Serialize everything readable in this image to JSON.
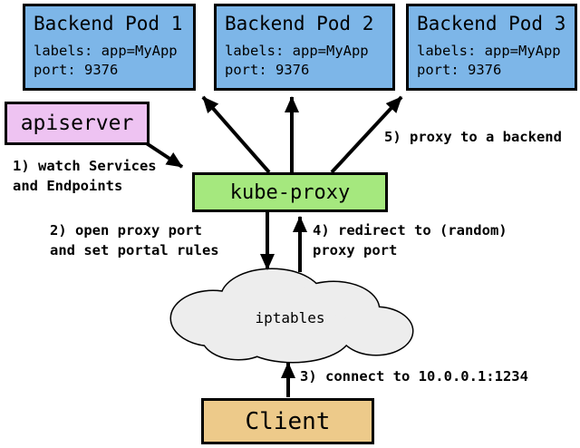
{
  "colors": {
    "pod_fill": "#7db6e8",
    "apiserver_fill": "#eec3f2",
    "kube_proxy_fill": "#a5e87e",
    "iptables_fill": "#ededed",
    "client_fill": "#edca8a",
    "outline": "#000000"
  },
  "pods": [
    {
      "title": "Backend Pod 1",
      "labels": "labels: app=MyApp",
      "port": "port: 9376"
    },
    {
      "title": "Backend Pod 2",
      "labels": "labels: app=MyApp",
      "port": "port: 9376"
    },
    {
      "title": "Backend Pod 3",
      "labels": "labels: app=MyApp",
      "port": "port: 9376"
    }
  ],
  "apiserver": {
    "label": "apiserver"
  },
  "kube_proxy": {
    "label": "kube-proxy"
  },
  "iptables": {
    "label": "iptables"
  },
  "client": {
    "label": "Client"
  },
  "steps": {
    "step1": "1) watch Services\nand Endpoints",
    "step2": "2) open proxy port\nand set portal rules",
    "step3": "3) connect to 10.0.0.1:1234",
    "step4": "4) redirect to (random)\nproxy port",
    "step5": "5) proxy to a backend"
  }
}
